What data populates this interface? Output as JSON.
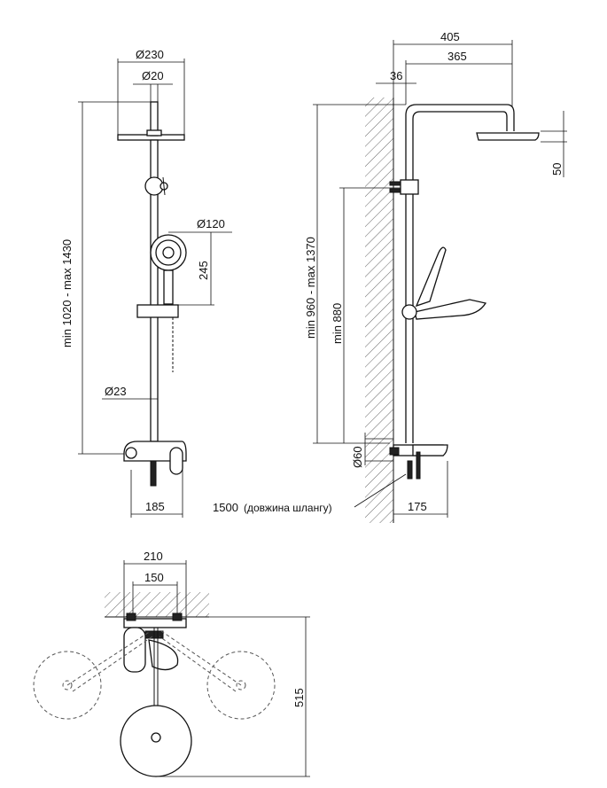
{
  "front_view": {
    "dim_head_diameter": "Ø230",
    "dim_arm_diameter": "Ø20",
    "dim_hand_diameter": "Ø120",
    "dim_hand_height": "245",
    "dim_height_range": "min 1020 - max 1430",
    "dim_bar_diameter": "Ø23",
    "dim_width": "185"
  },
  "side_view": {
    "dim_total_reach": "405",
    "dim_arm_reach": "365",
    "dim_wall_gap": "36",
    "dim_head_thickness": "50",
    "dim_height_range": "min 960 - max 1370",
    "dim_min_height": "min 880",
    "dim_mixer_diameter": "Ø60",
    "dim_hose_length": "1500",
    "hose_note": "(довжина шлангу)",
    "dim_mixer_depth": "175"
  },
  "top_view": {
    "dim_outer_width": "210",
    "dim_inner_width": "150",
    "dim_depth": "515"
  },
  "colors": {
    "ink": "#111111",
    "hatch": "#666666",
    "dashed": "#555555"
  }
}
